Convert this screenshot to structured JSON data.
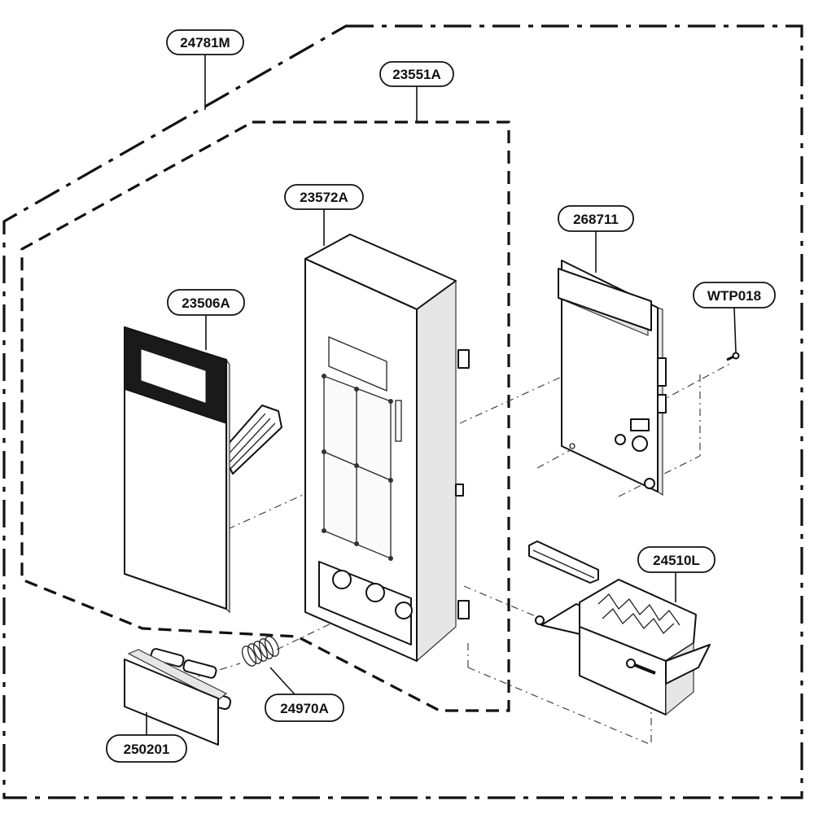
{
  "diagram": {
    "part_labels": {
      "outer_assembly": "24781M",
      "inner_assembly": "23551A",
      "control_panel_frame": "23572A",
      "membrane_switch": "23506A",
      "pcb_assembly": "268711",
      "screw": "WTP018",
      "latch_lever": "24510L",
      "door_button": "250201",
      "spring": "24970A"
    }
  }
}
